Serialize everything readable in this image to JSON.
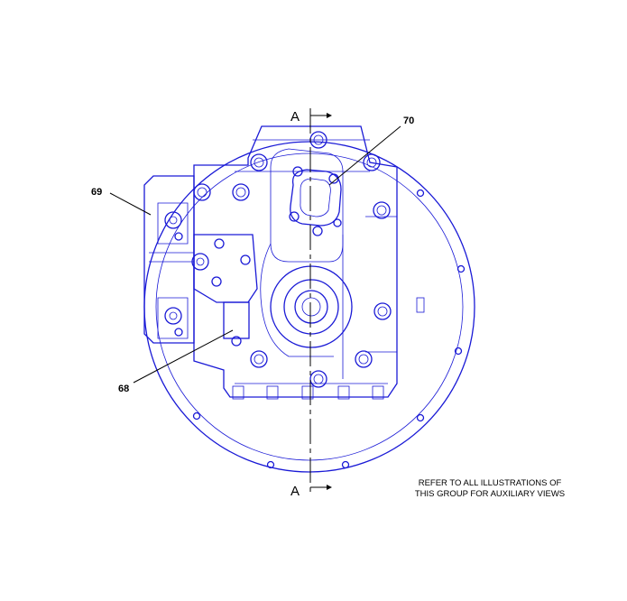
{
  "callouts": {
    "c68": "68",
    "c69": "69",
    "c70": "70"
  },
  "section_marks": {
    "top": "A",
    "bottom": "A"
  },
  "note": {
    "line1": "REFER TO ALL ILLUSTRATIONS OF",
    "line2": "THIS GROUP FOR AUXILIARY VIEWS"
  },
  "colors": {
    "line_art": "#1a1ad6",
    "text": "#000000"
  }
}
